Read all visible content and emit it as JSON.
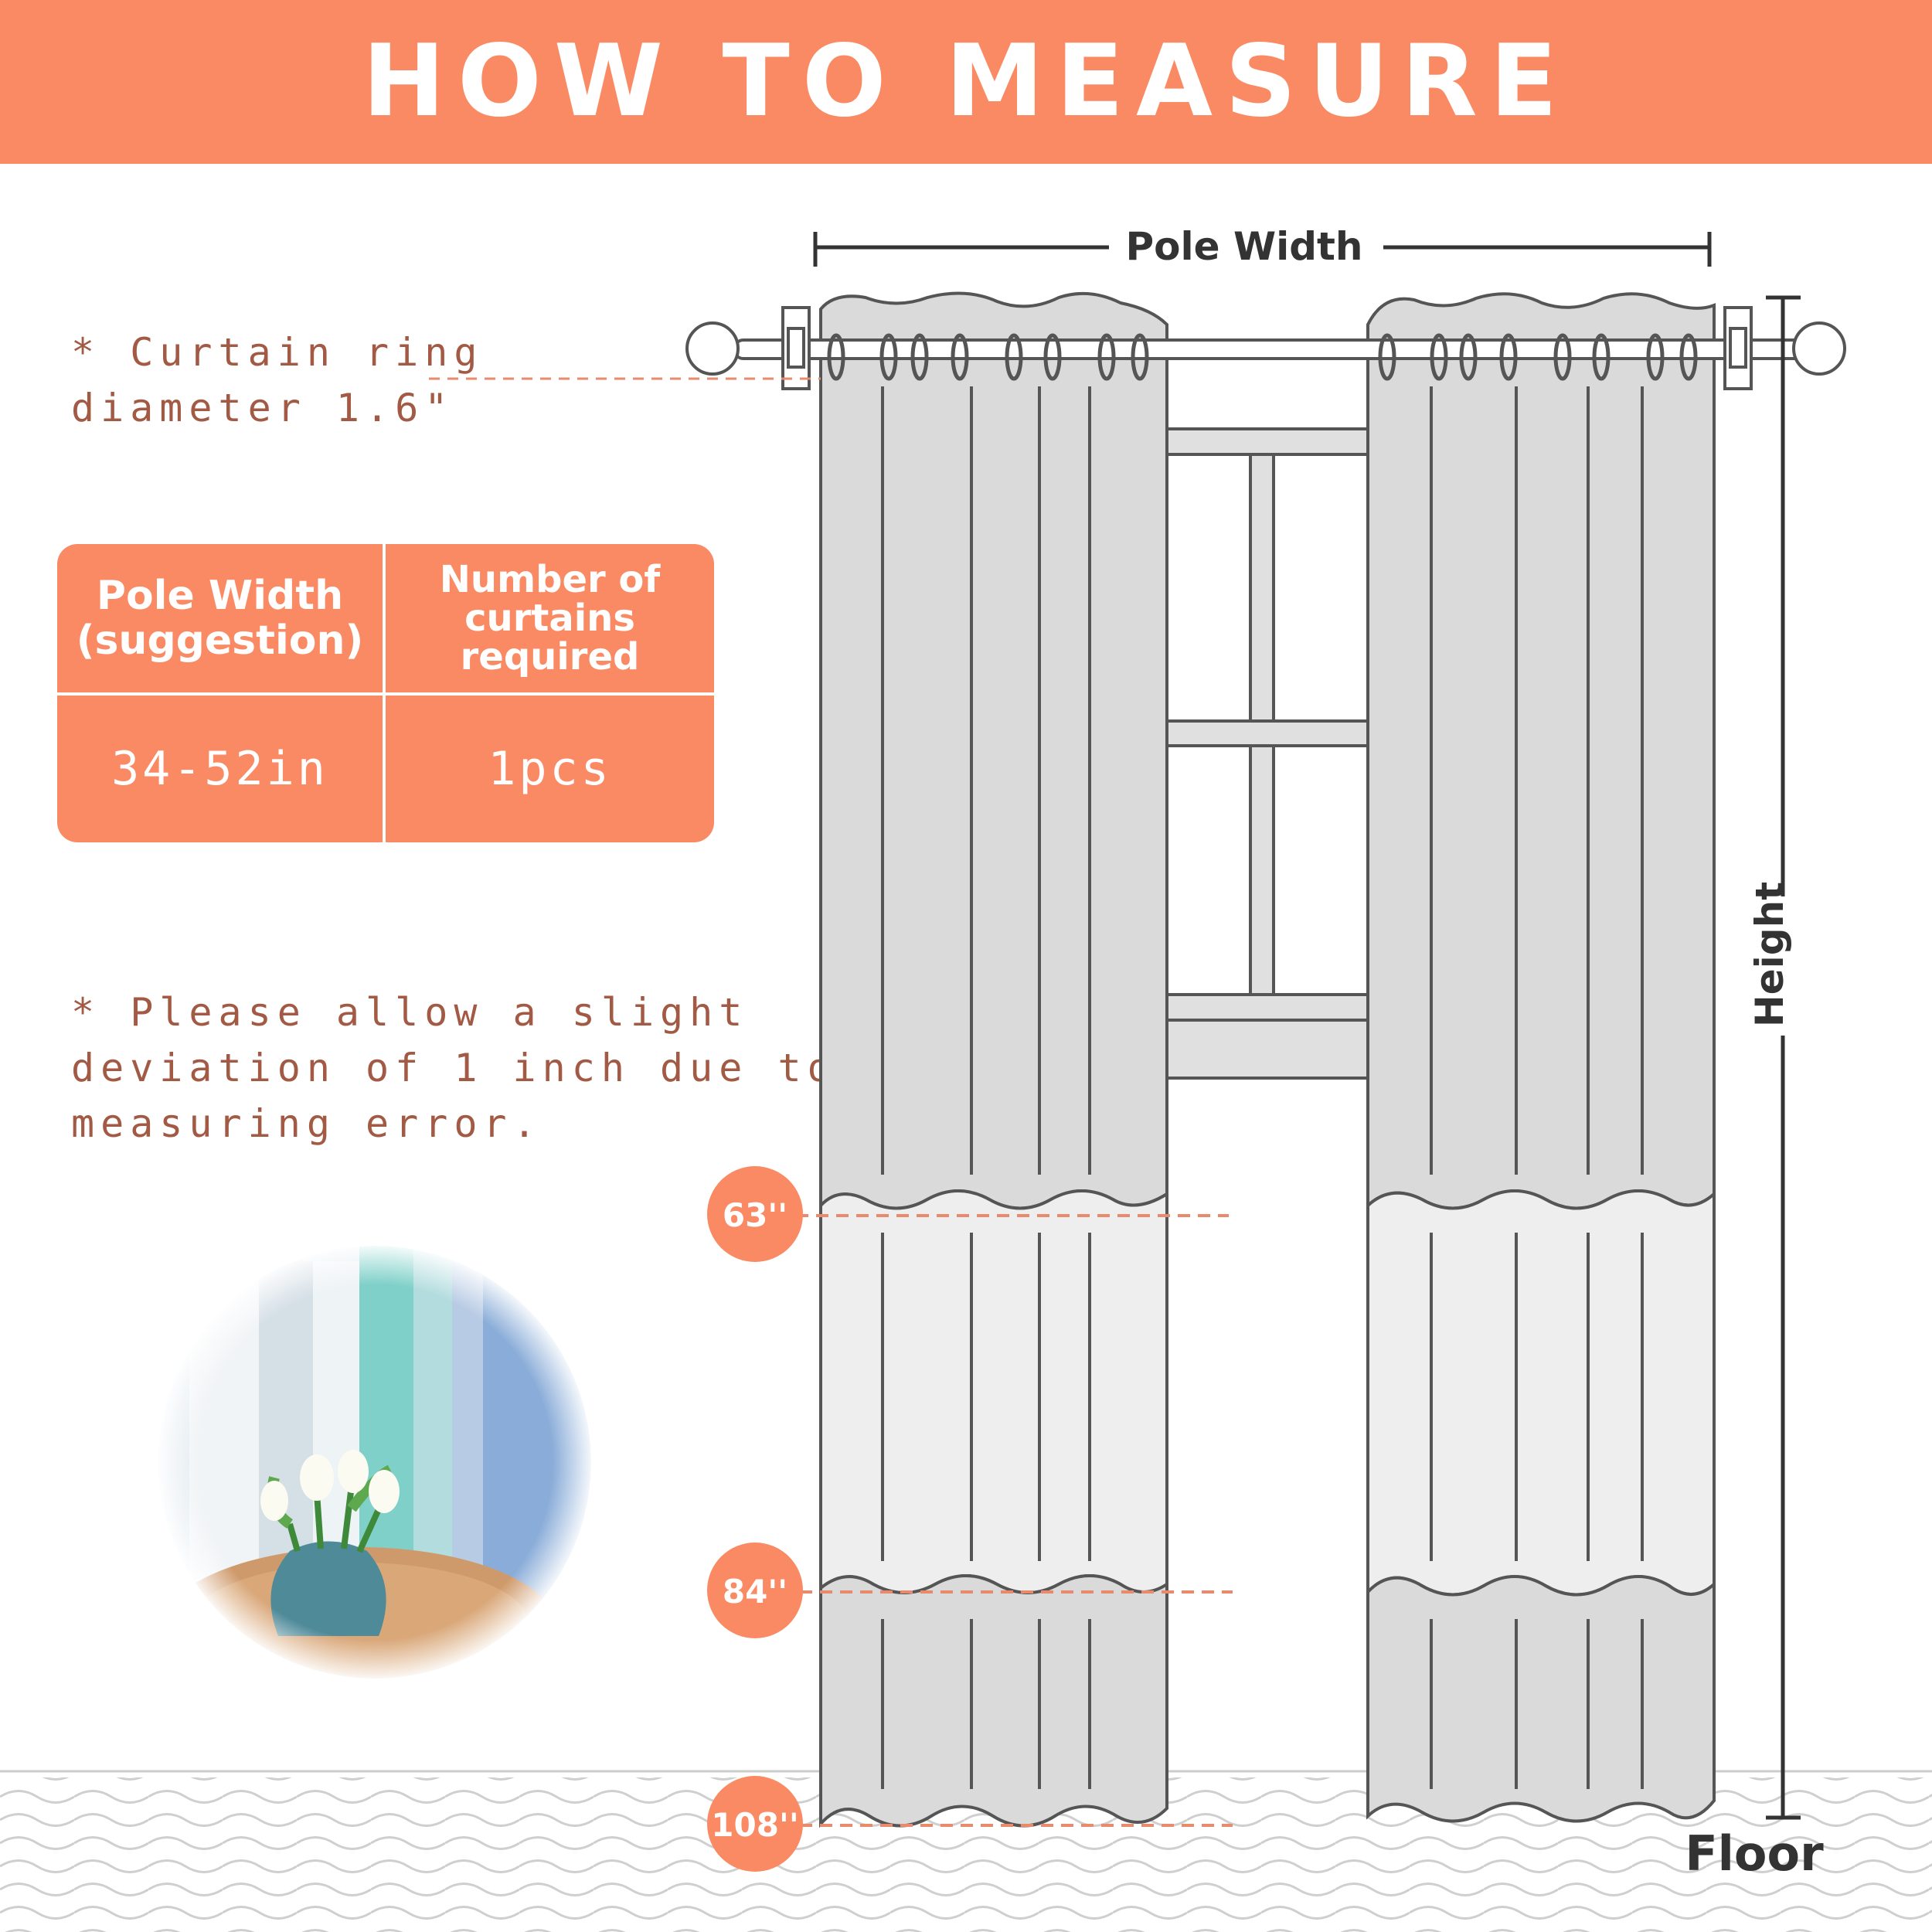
{
  "header": {
    "title": "HOW TO MEASURE"
  },
  "notes": {
    "ring_line1": "* Curtain ring",
    "ring_line2": "diameter 1.6\"",
    "deviation_line1": "* Please allow a slight",
    "deviation_line2": "deviation of 1 inch due to",
    "deviation_line3": "measuring error."
  },
  "table": {
    "col1_header_line1": "Pole Width",
    "col1_header_line2": "(suggestion)",
    "col2_header_line1": "Number of",
    "col2_header_line2": "curtains",
    "col2_header_line3": "required",
    "col1_value": "34-52in",
    "col2_value": "1pcs"
  },
  "diagram": {
    "pole_width_label": "Pole Width",
    "height_label": "Height",
    "floor_label": "Floor",
    "lengths": [
      "63''",
      "84''",
      "108''"
    ]
  },
  "colors": {
    "accent": "#f98a63",
    "note_text": "#a35a45",
    "curtain": "#dadada",
    "curtain_light": "#eeeeee",
    "outline": "#555555"
  }
}
